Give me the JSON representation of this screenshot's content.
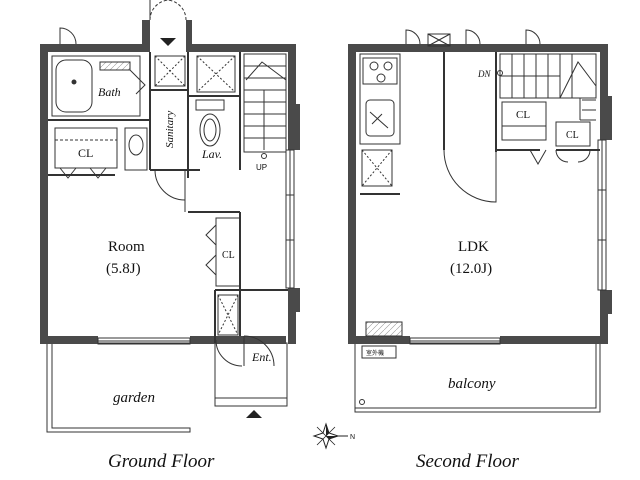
{
  "ground_floor": {
    "caption": "Ground Floor",
    "rooms": {
      "bath": "Bath",
      "sanitary": "Sanitary",
      "lav": "Lav.",
      "closet_left": "CL",
      "closet_hall": "CL",
      "room_name": "Room",
      "room_size": "(5.8J)",
      "entrance": "Ent.",
      "garden": "garden",
      "stair_up": "UP"
    }
  },
  "second_floor": {
    "caption": "Second Floor",
    "rooms": {
      "ldk_name": "LDK",
      "ldk_size": "(12.0J)",
      "closet_a": "CL",
      "closet_b": "CL",
      "balcony": "balcony",
      "stair_down": "DN",
      "outdoor_unit": "室外機"
    }
  },
  "compass": {
    "north_label": "N"
  },
  "colors": {
    "wall": "#4a4a4a",
    "line": "#222222",
    "background": "#ffffff"
  }
}
